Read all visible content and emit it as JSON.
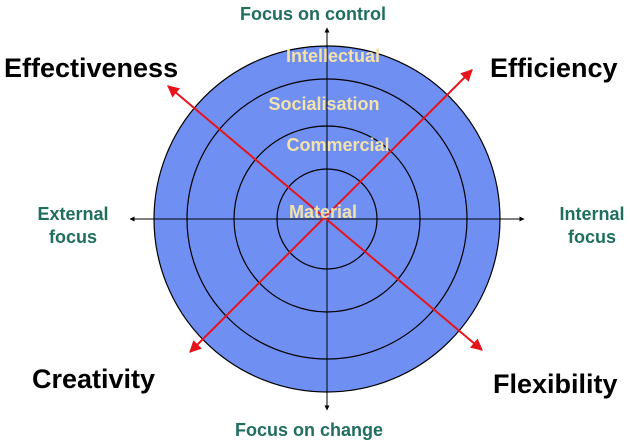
{
  "colors": {
    "circle_fill": "#6f8ff3",
    "ring_stroke": "#000000",
    "diagonal_arrow": "#e8141c",
    "axis_label": "#1f6e5e",
    "ring_label": "#f3e2a9",
    "corner_label": "#000000"
  },
  "axes": {
    "top": "Focus on control",
    "bottom": "Focus on change",
    "left_line1": "External",
    "left_line2": "focus",
    "right_line1": "Internal",
    "right_line2": "focus"
  },
  "corners": {
    "top_left": "Effectiveness",
    "top_right": "Efficiency",
    "bottom_left": "Creativity",
    "bottom_right": "Flexibility"
  },
  "rings": {
    "outer": "Intellectual",
    "third": "Socialisation",
    "second": "Commercial",
    "inner": "Material"
  }
}
